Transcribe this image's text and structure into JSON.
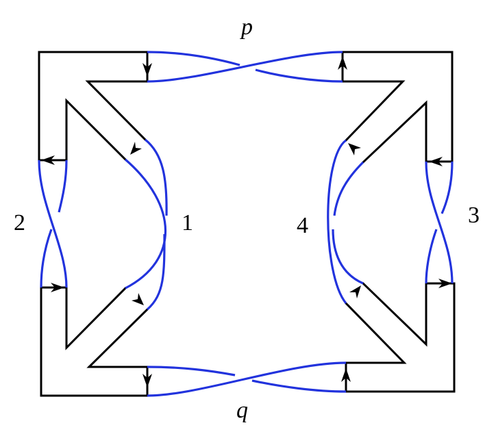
{
  "labels": {
    "top": "p",
    "bottom": "q",
    "left": "2",
    "inner_left": "1",
    "inner_right": "4",
    "right": "3"
  },
  "colors": {
    "frame": "#000000",
    "strand": "#2233dd"
  }
}
